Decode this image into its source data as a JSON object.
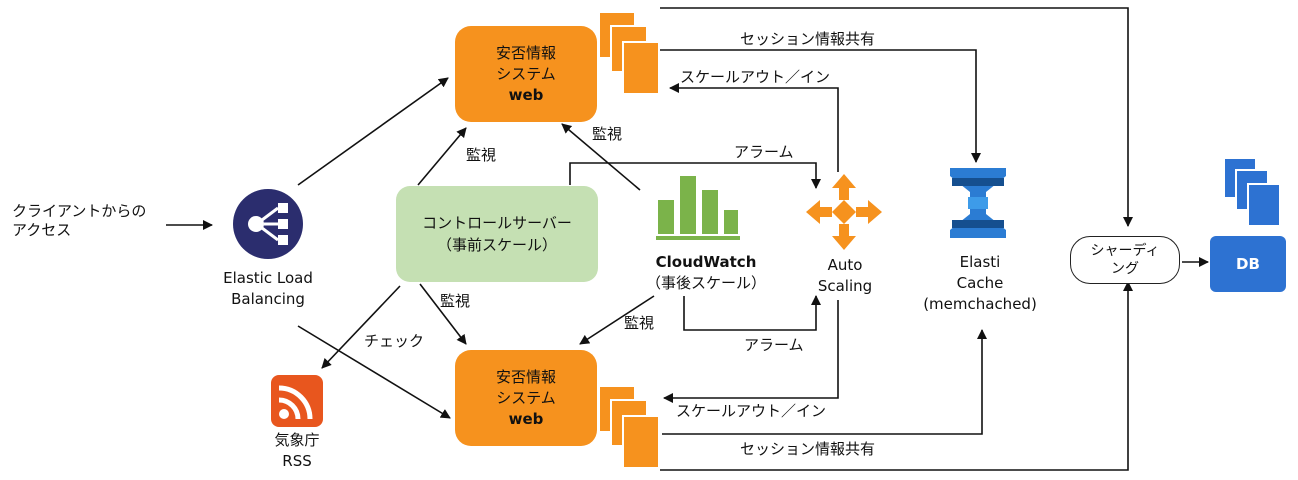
{
  "client": {
    "line1": "クライアントからの",
    "line2": "アクセス"
  },
  "elb": {
    "line1": "Elastic Load",
    "line2": "Balancing"
  },
  "web_top": {
    "line1": "安否情報",
    "line2": "システム",
    "line3": "web"
  },
  "web_bottom": {
    "line1": "安否情報",
    "line2": "システム",
    "line3": "web"
  },
  "control_server": {
    "line1": "コントロールサーバー",
    "line2": "（事前スケール）"
  },
  "cloudwatch": {
    "line1": "CloudWatch",
    "line2": "（事後スケール）"
  },
  "autoscaling": {
    "line1": "Auto",
    "line2": "Scaling"
  },
  "elasticache": {
    "line1": "Elasti",
    "line2": "Cache",
    "line3": "(memchached)"
  },
  "sharding": {
    "line1": "シャーディ",
    "line2": "ング"
  },
  "db": {
    "label": "DB"
  },
  "rss": {
    "line1": "気象庁",
    "line2": "RSS"
  },
  "labels": {
    "session_top": "セッション情報共有",
    "scale_top": "スケールアウト／イン",
    "alarm_top": "アラーム",
    "monitor_cw_top": "監視",
    "monitor_ctrl_top": "監視",
    "monitor_ctrl_bottom": "監視",
    "monitor_cw_bottom": "監視",
    "check": "チェック",
    "alarm_bottom": "アラーム",
    "scale_bottom": "スケールアウト／イン",
    "session_bottom": "セッション情報共有"
  },
  "colors": {
    "web_orange": "#f6921e",
    "server_stack": "#f6921e",
    "control_green": "#c5e0b3",
    "cloudwatch_green": "#7bb34a",
    "autoscaling_orange": "#f6921e",
    "elb_navy": "#2b2d6e",
    "elasticache_blue": "#2b7cd3",
    "db_blue": "#2d72d2",
    "rss_orange": "#e8561e"
  }
}
